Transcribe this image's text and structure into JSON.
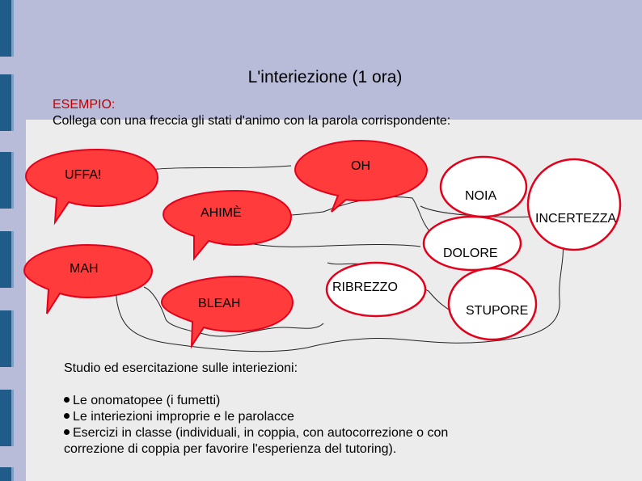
{
  "title": "L'interiezione (1 ora)",
  "example_label": "ESEMPIO:",
  "instruction": "Collega con una freccia gli stati d'animo con la parola corrispondente:",
  "interjections": [
    "UFFA!",
    "AHIMÈ",
    "MAH",
    "BLEAH"
  ],
  "moods": [
    "OH",
    "NOIA",
    "INCERTEZZA",
    "DOLORE",
    "RIBREZZO",
    "STUPORE"
  ],
  "study_heading": "Studio ed esercitazione sulle interiezioni:",
  "bullets": [
    "Le onomatopee (i fumetti)",
    "Le interiezioni improprie e le parolacce",
    "Esercizi in classe (individuali, in coppia, con autocorrezione o con"
  ],
  "bullet_continuation": "correzione di coppia per favorire l'esperienza del tutoring).",
  "colors": {
    "bubble_fill": "#ff3b3b",
    "bubble_stroke": "#e3001b",
    "ellipse_fill": "#ffffff",
    "accent_text": "#c00000"
  }
}
